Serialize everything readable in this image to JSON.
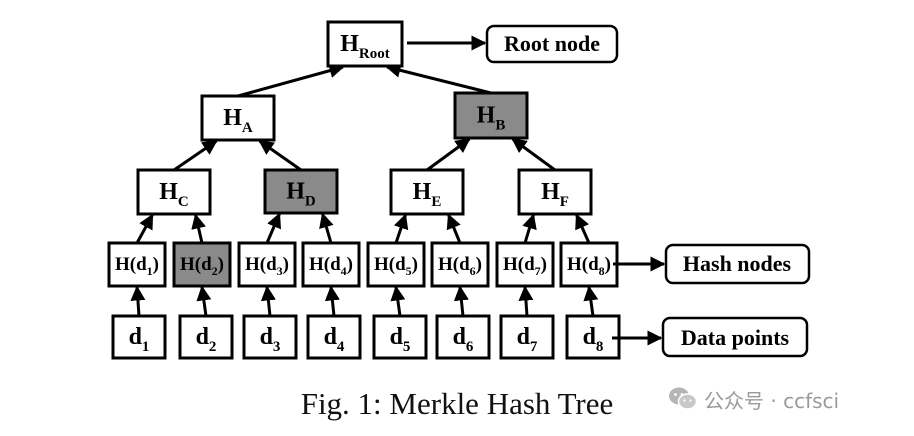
{
  "diagram": {
    "colors": {
      "shaded": "#8a8a8a",
      "plain": "#ffffff",
      "stroke": "#000000"
    },
    "nodes": {
      "root": {
        "main": "H",
        "sub": "Root",
        "shaded": false
      },
      "ha": {
        "main": "H",
        "sub": "A",
        "shaded": false
      },
      "hb": {
        "main": "H",
        "sub": "B",
        "shaded": true
      },
      "hc": {
        "main": "H",
        "sub": "C",
        "shaded": false
      },
      "hd": {
        "main": "H",
        "sub": "D",
        "shaded": true
      },
      "he": {
        "main": "H",
        "sub": "E",
        "shaded": false
      },
      "hf": {
        "main": "H",
        "sub": "F",
        "shaded": false
      },
      "hd1": {
        "main": "H(d",
        "sub": "1",
        "post": ")",
        "shaded": false
      },
      "hd2": {
        "main": "H(d",
        "sub": "2",
        "post": ")",
        "shaded": true
      },
      "hd3": {
        "main": "H(d",
        "sub": "3",
        "post": ")",
        "shaded": false
      },
      "hd4": {
        "main": "H(d",
        "sub": "4",
        "post": ")",
        "shaded": false
      },
      "hd5": {
        "main": "H(d",
        "sub": "5",
        "post": ")",
        "shaded": false
      },
      "hd6": {
        "main": "H(d",
        "sub": "6",
        "post": ")",
        "shaded": false
      },
      "hd7": {
        "main": "H(d",
        "sub": "7",
        "post": ")",
        "shaded": false
      },
      "hd8": {
        "main": "H(d",
        "sub": "8",
        "post": ")",
        "shaded": false
      },
      "d1": {
        "main": "d",
        "sub": "1",
        "shaded": false
      },
      "d2": {
        "main": "d",
        "sub": "2",
        "shaded": false
      },
      "d3": {
        "main": "d",
        "sub": "3",
        "shaded": false
      },
      "d4": {
        "main": "d",
        "sub": "4",
        "shaded": false
      },
      "d5": {
        "main": "d",
        "sub": "5",
        "shaded": false
      },
      "d6": {
        "main": "d",
        "sub": "6",
        "shaded": false
      },
      "d7": {
        "main": "d",
        "sub": "7",
        "shaded": false
      },
      "d8": {
        "main": "d",
        "sub": "8",
        "shaded": false
      }
    },
    "edges": [
      [
        "d1",
        "hd1"
      ],
      [
        "d2",
        "hd2"
      ],
      [
        "d3",
        "hd3"
      ],
      [
        "d4",
        "hd4"
      ],
      [
        "d5",
        "hd5"
      ],
      [
        "d6",
        "hd6"
      ],
      [
        "d7",
        "hd7"
      ],
      [
        "d8",
        "hd8"
      ],
      [
        "hd1",
        "hc"
      ],
      [
        "hd2",
        "hc"
      ],
      [
        "hd3",
        "hd"
      ],
      [
        "hd4",
        "hd"
      ],
      [
        "hd5",
        "he"
      ],
      [
        "hd6",
        "he"
      ],
      [
        "hd7",
        "hf"
      ],
      [
        "hd8",
        "hf"
      ],
      [
        "hc",
        "ha"
      ],
      [
        "hd",
        "ha"
      ],
      [
        "he",
        "hb"
      ],
      [
        "hf",
        "hb"
      ],
      [
        "ha",
        "root"
      ],
      [
        "hb",
        "root"
      ]
    ],
    "legend": {
      "root_node": "Root node",
      "hash_nodes": "Hash nodes",
      "data_points": "Data points"
    }
  },
  "caption": "Fig. 1: Merkle Hash Tree",
  "watermark": {
    "text": "公众号 · ccfsci",
    "icon": "wechat-icon"
  }
}
